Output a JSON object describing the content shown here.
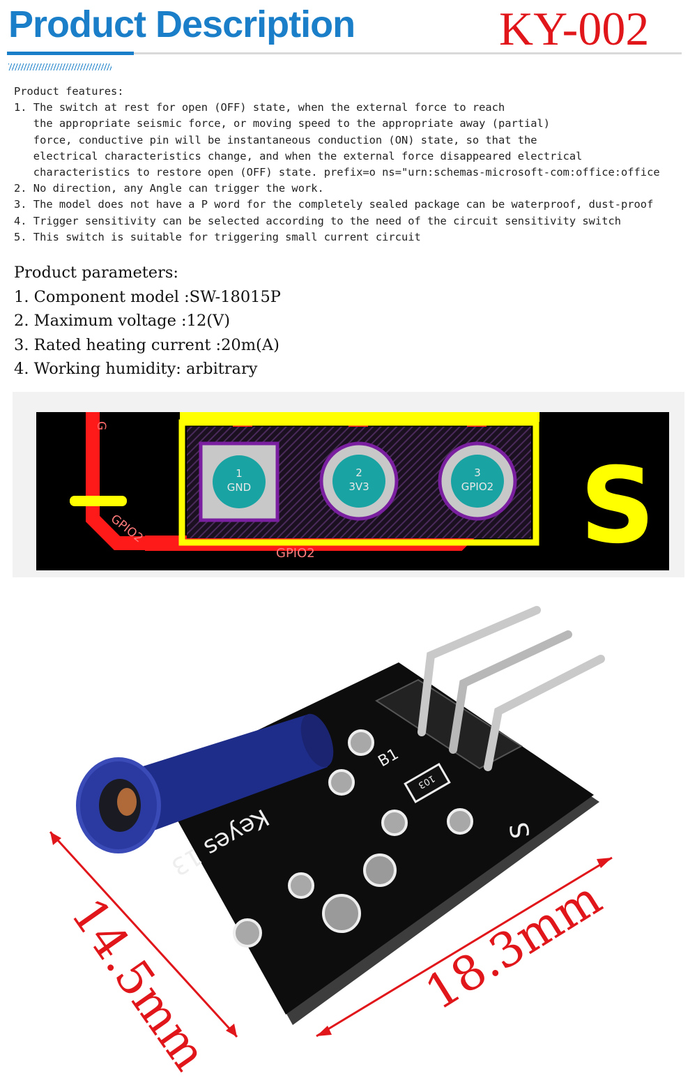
{
  "header": {
    "title": "Product Description",
    "model": "KY-002"
  },
  "features": {
    "heading": "Product features:",
    "lines": [
      "1. The switch at rest for open (OFF) state, when the external force to reach",
      "   the appropriate seismic force, or moving speed to the appropriate away (partial)",
      "   force, conductive pin will be instantaneous conduction (ON) state, so that the",
      "   electrical characteristics change, and when the external force disappeared electrical",
      "   characteristics to restore open (OFF) state. prefix=o ns=\"urn:schemas-microsoft-com:office:office",
      "2. No direction, any Angle can trigger the work.",
      "3. The model does not have a P word for the completely sealed package can be waterproof, dust-proof",
      "4. Trigger sensitivity can be selected according to the need of the circuit sensitivity switch",
      "5. This switch is suitable for triggering small current circuit"
    ]
  },
  "parameters": {
    "heading": "Product parameters:",
    "items": [
      "1. Component model :SW-18015P",
      "2. Maximum voltage :12(V)",
      "3. Rated heating current :20m(A)",
      "4. Working humidity: arbitrary"
    ]
  },
  "pcb": {
    "pins": [
      {
        "number": "1",
        "label": "GND"
      },
      {
        "number": "2",
        "label": "3V3"
      },
      {
        "number": "3",
        "label": "GPIO2"
      }
    ],
    "net_label_left": "GPIO2",
    "net_label_bottom": "GPIO2",
    "net_label_top": "G",
    "silk_letter": "S",
    "colors": {
      "board": "#000000",
      "trace": "#ff1a1a",
      "silk": "#ffff00",
      "pad": "#c8c8c8",
      "pad_outline": "#7a1fa0",
      "pad_label_bg": "#1aa3a3"
    }
  },
  "photo": {
    "width_dim": "14.5mm",
    "length_dim": "18.3mm",
    "board_mark_s": "S",
    "board_mark_b1": "B1",
    "board_mark_resistor": "103",
    "board_mark_text": "Keyes 13",
    "colors": {
      "dimension": "#e0161b",
      "board": "#0d0d0d",
      "tube": "#1f2d8a"
    }
  }
}
